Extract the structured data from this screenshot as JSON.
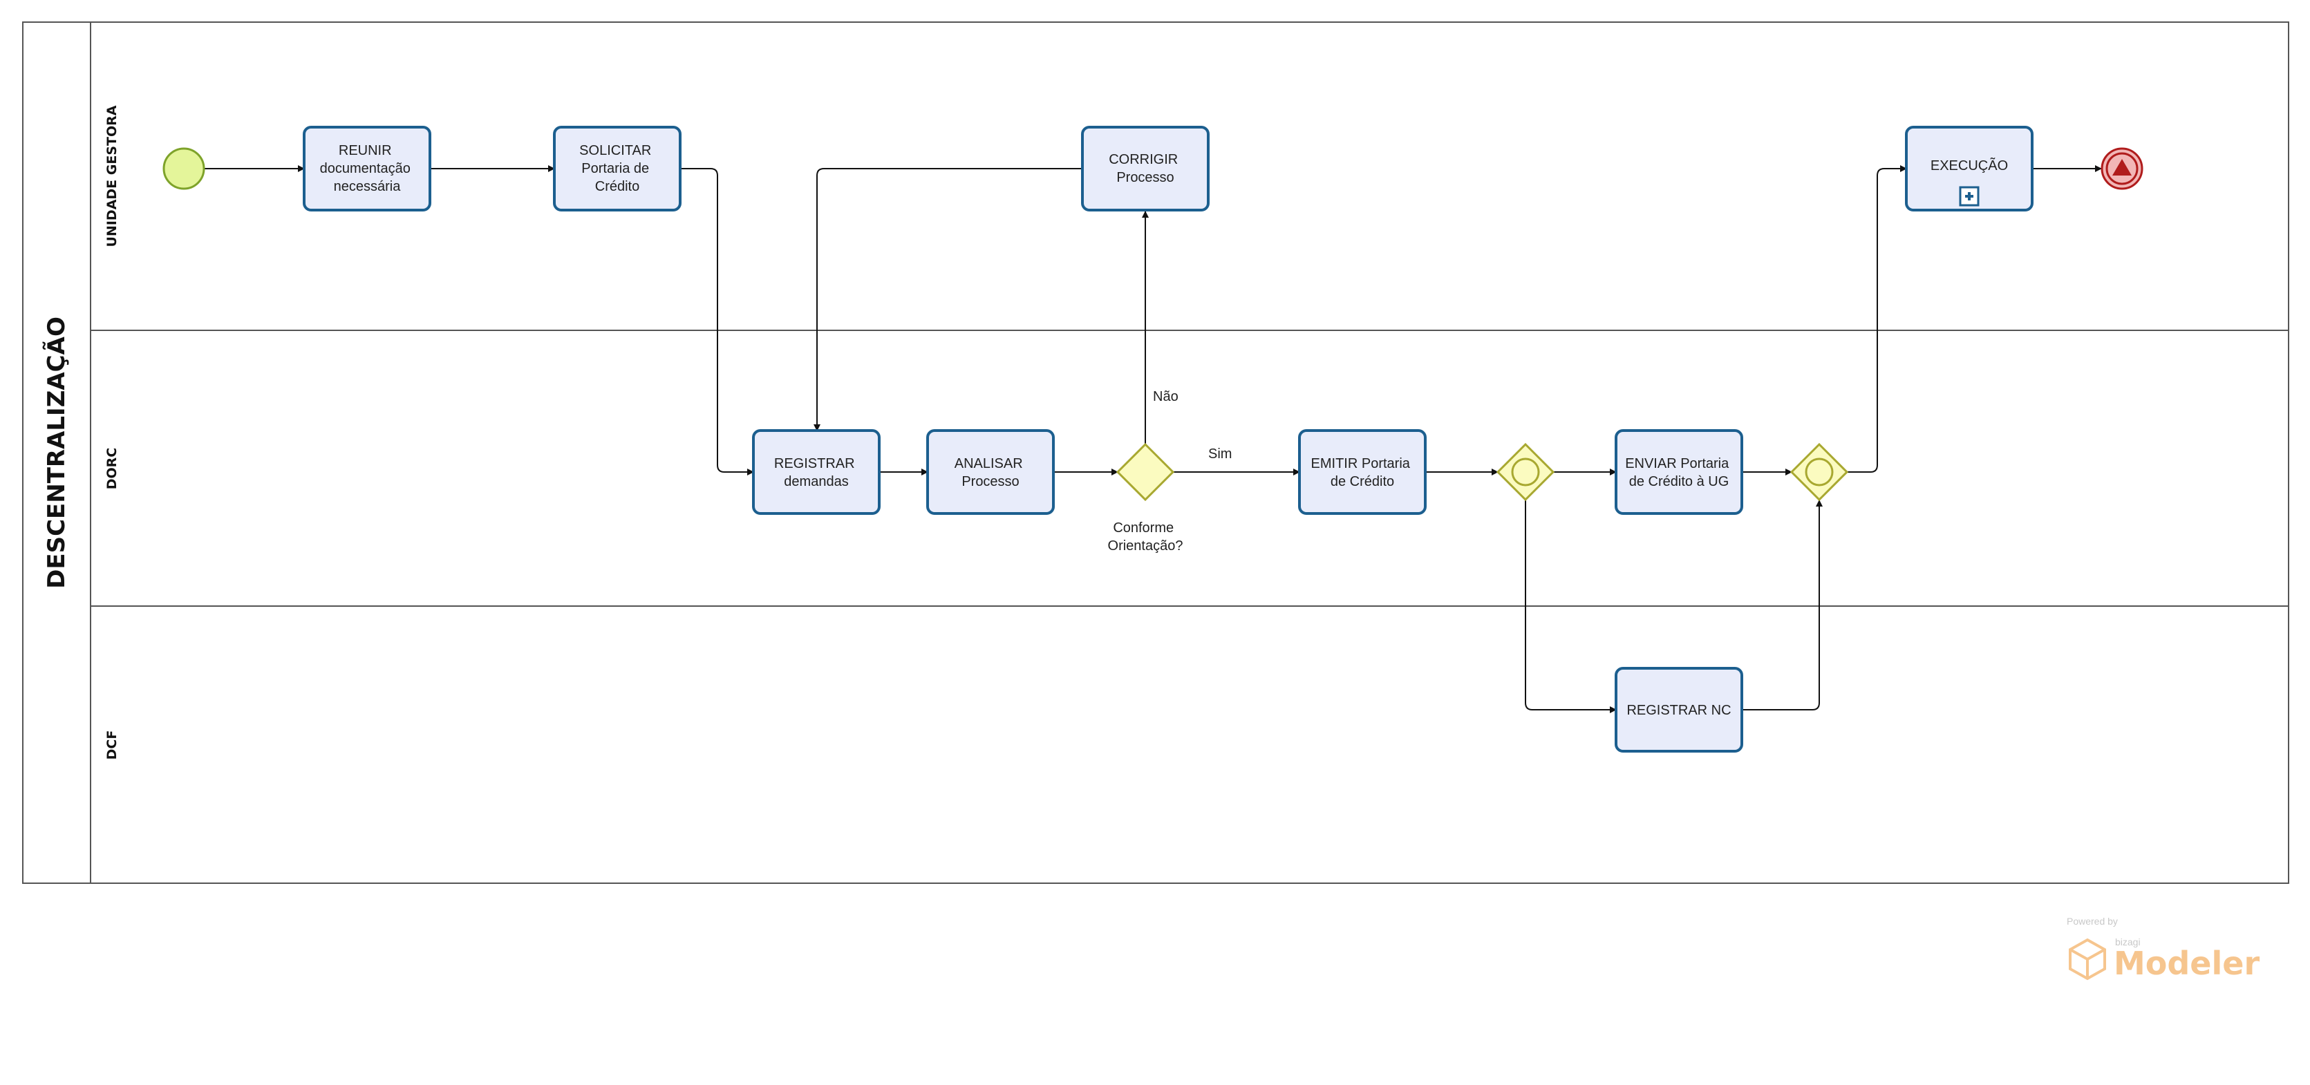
{
  "pool": {
    "title": "DESCENTRALIZAÇÃO"
  },
  "lanes": {
    "ug": "UNIDADE GESTORA",
    "dorc": "DORC",
    "dcf": "DCF"
  },
  "tasks": {
    "reunir": [
      "REUNIR",
      "documentação",
      "necessária"
    ],
    "solicitar": [
      "SOLICITAR",
      "Portaria de",
      "Crédito"
    ],
    "corrigir": [
      "CORRIGIR",
      "Processo"
    ],
    "execucao": [
      "EXECUÇÃO"
    ],
    "registrar_demandas": [
      "REGISTRAR",
      "demandas"
    ],
    "analisar": [
      "ANALISAR",
      "Processo"
    ],
    "emitir": [
      "EMITIR Portaria",
      "de Crédito"
    ],
    "enviar": [
      "ENVIAR Portaria",
      "de Crédito à UG"
    ],
    "registrar_nc": [
      "REGISTRAR NC"
    ]
  },
  "gateway": {
    "question": [
      "Conforme",
      "Orientação?"
    ]
  },
  "flow_labels": {
    "nao": "Não",
    "sim": "Sim"
  },
  "branding": {
    "powered_by": "Powered by",
    "vendor": "bizagi",
    "product": "Modeler"
  },
  "colors": {
    "task_fill": "#e8ecfa",
    "task_stroke": "#1c5f8f",
    "start_fill": "#e4f59a",
    "start_stroke": "#7ea32a",
    "end_fill": "#f2b7b7",
    "end_stroke": "#b01c1c",
    "gateway_fill": "#fbfbc0",
    "gateway_stroke": "#a8a830"
  },
  "icons": {
    "subprocess_marker": "plus-square-icon",
    "end_event": "triangle-icon",
    "parallel_gateway": "circle-icon",
    "brand_logo": "cube-icon"
  }
}
